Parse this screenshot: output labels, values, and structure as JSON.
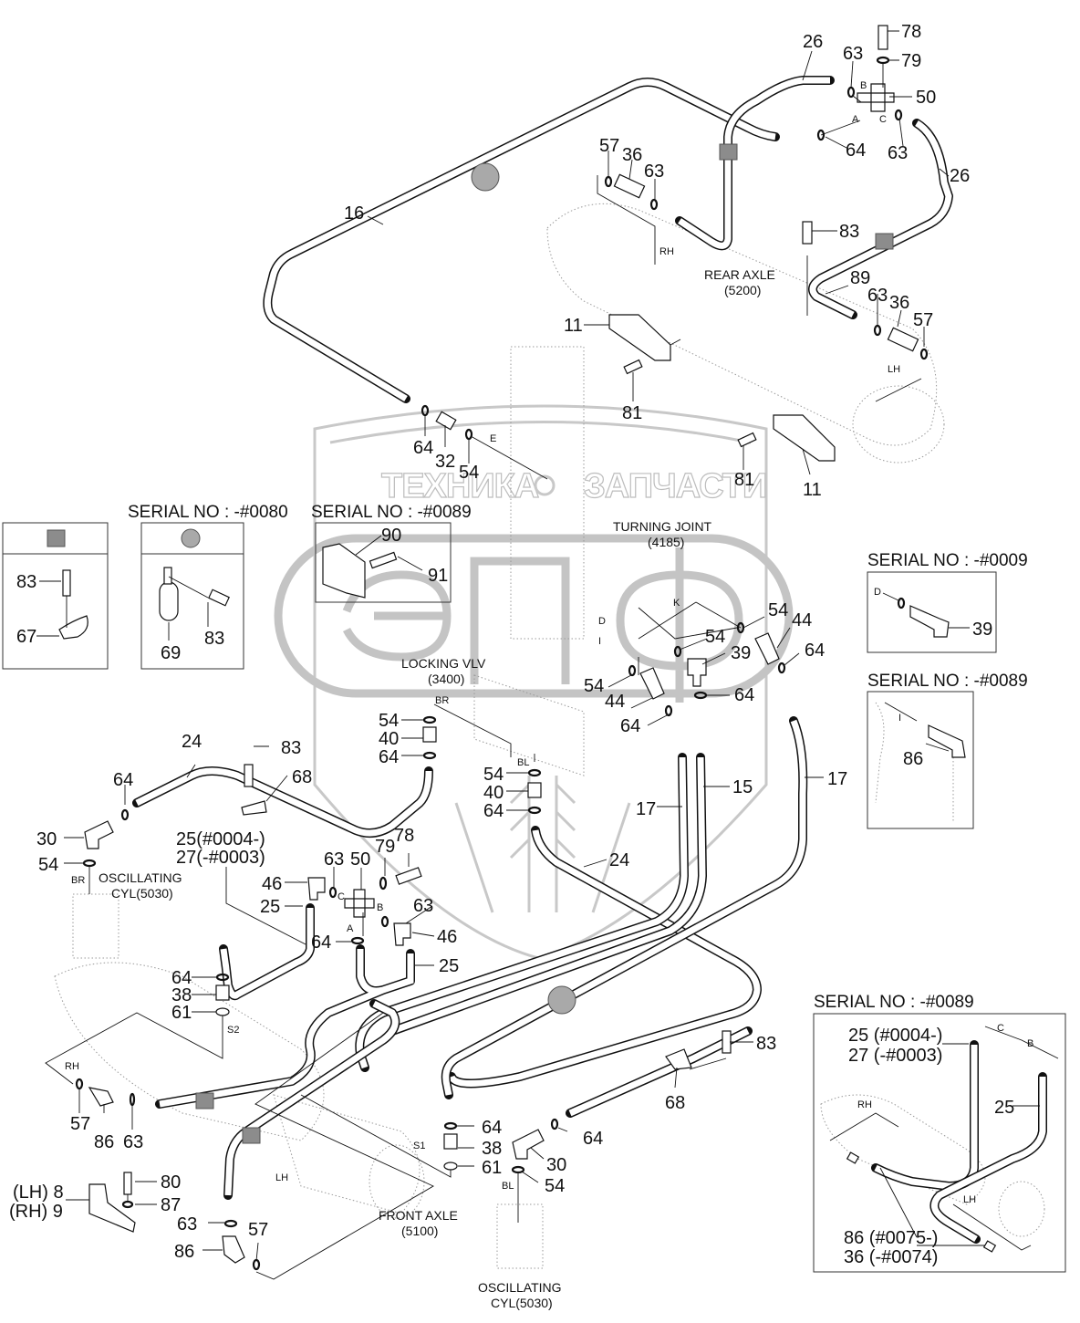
{
  "watermark": {
    "left_text": "ТЕХНИКА",
    "right_text": "ЗАПЧАСТИ",
    "logo_text": "ЭПФ"
  },
  "assemblies": {
    "rear_axle": "REAR AXLE",
    "rear_axle_code": "(5200)",
    "turning_joint": "TURNING JOINT",
    "turning_joint_code": "(4185)",
    "locking_valve": "LOCKING VLV",
    "locking_valve_code": "(3400)",
    "osc_cyl_left": "OSCILLATING",
    "osc_cyl_left_code": "CYL(5030)",
    "osc_cyl_bottom": "OSCILLATING",
    "osc_cyl_bottom_code": "CYL(5030)",
    "front_axle": "FRONT AXLE",
    "front_axle_code": "(5100)"
  },
  "port_labels": {
    "A": "A",
    "B": "B",
    "C": "C",
    "D": "D",
    "E": "E",
    "I": "I",
    "K": "K",
    "RH": "RH",
    "LH": "LH",
    "BR": "BR",
    "BL": "BL",
    "S1": "S1",
    "S2": "S2"
  },
  "insets": [
    {
      "serial": "",
      "marker": "square",
      "parts": [
        "83",
        "67"
      ]
    },
    {
      "serial": "SERIAL NO : -#0080",
      "marker": "circle",
      "parts": [
        "69",
        "83"
      ]
    },
    {
      "serial": "SERIAL NO : -#0089",
      "parts": [
        "90",
        "91"
      ]
    },
    {
      "serial": "SERIAL NO : -#0009",
      "parts": [
        "39"
      ],
      "port": "D"
    },
    {
      "serial": "SERIAL NO : -#0089",
      "parts": [
        "86"
      ],
      "port": "I"
    },
    {
      "serial": "SERIAL NO : -#0089",
      "parts": [
        "25 (#0004-)",
        "27 (-#0003)",
        "25",
        "86 (#0075-)",
        "36 (-#0074)"
      ],
      "ports": [
        "C",
        "B",
        "RH",
        "LH"
      ]
    }
  ],
  "callouts": {
    "c16": "16",
    "c26a": "26",
    "c26b": "26",
    "c63a": "63",
    "c63b": "63",
    "c64a": "64",
    "c78a": "78",
    "c79a": "79",
    "c50a": "50",
    "c57a": "57",
    "c36a": "36",
    "c63c": "63",
    "c83a": "83",
    "c89": "89",
    "c63d": "63",
    "c36b": "36",
    "c57b": "57",
    "c11a": "11",
    "c81a": "81",
    "c81b": "81",
    "c11b": "11",
    "c64b": "64",
    "c32": "32",
    "c54a": "54",
    "c54b": "54",
    "c44a": "44",
    "c64c": "64",
    "c54c": "54",
    "c39a": "39",
    "c64d": "64",
    "c54d": "54",
    "c44b": "44",
    "c64e": "64",
    "c54e": "54",
    "c40a": "40",
    "c64f": "64",
    "c54f": "54",
    "c40b": "40",
    "c64g": "64",
    "c17a": "17",
    "c15": "15",
    "c17b": "17",
    "c24b": "24",
    "c24a": "24",
    "c83b": "83",
    "c68a": "68",
    "c64h": "64",
    "c30a": "30",
    "c54g": "54",
    "c25a": "25(#0004-)",
    "c27a": "27(-#0003)",
    "c63e": "63",
    "c50b": "50",
    "c79b": "79",
    "c78b": "78",
    "c46a": "46",
    "c25b": "25",
    "c63f": "63",
    "c64i": "64",
    "c46b": "46",
    "c25c": "25",
    "c64j": "64",
    "c38a": "38",
    "c61a": "61",
    "c57c": "57",
    "c86a": "86",
    "c63g": "63",
    "c80": "80",
    "c87": "87",
    "c8": "(LH) 8",
    "c9": "(RH) 9",
    "c63h": "63",
    "c86b": "86",
    "c57d": "57",
    "c64k": "64",
    "c38b": "38",
    "c61b": "61",
    "c30b": "30",
    "c64l": "64",
    "c54h": "54",
    "c83c": "83",
    "c68b": "68",
    "i83a": "83",
    "i67": "67",
    "i69": "69",
    "i83b": "83",
    "i90": "90",
    "i91": "91",
    "i39": "39",
    "i86": "86",
    "i25a": "25 (#0004-)",
    "i27": "27 (-#0003)",
    "i25b": "25",
    "i86b": "86 (#0075-)",
    "i36": "36 (-#0074)"
  }
}
